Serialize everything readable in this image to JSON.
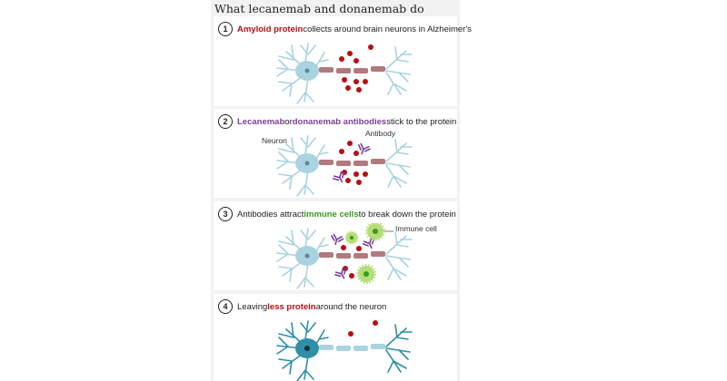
{
  "title": "What lecanemab and donanemab do",
  "steps": [
    {
      "num": "1",
      "parts": [
        "Amyloid protein",
        " collects around brain neurons in Alzheimer's"
      ]
    },
    {
      "num": "2",
      "parts": [
        "Lecanemab",
        " or ",
        "donanemab antibodies",
        " stick to the protein"
      ],
      "labels": {
        "neuron": "Neuron",
        "antibody": "Antibody"
      }
    },
    {
      "num": "3",
      "parts": [
        "Antibodies attract ",
        "immune cells",
        " to break down the protein"
      ],
      "labels": {
        "immune": "Immune cell"
      }
    },
    {
      "num": "4",
      "parts": [
        "Leaving ",
        "less protein",
        " around the neuron"
      ]
    }
  ],
  "colors": {
    "protein": "#b80d12",
    "antibody": "#7b3f98",
    "immune": "#8bc34a",
    "neuron": "#a9d3e0",
    "neuron_dark": "#2e8fa6"
  }
}
